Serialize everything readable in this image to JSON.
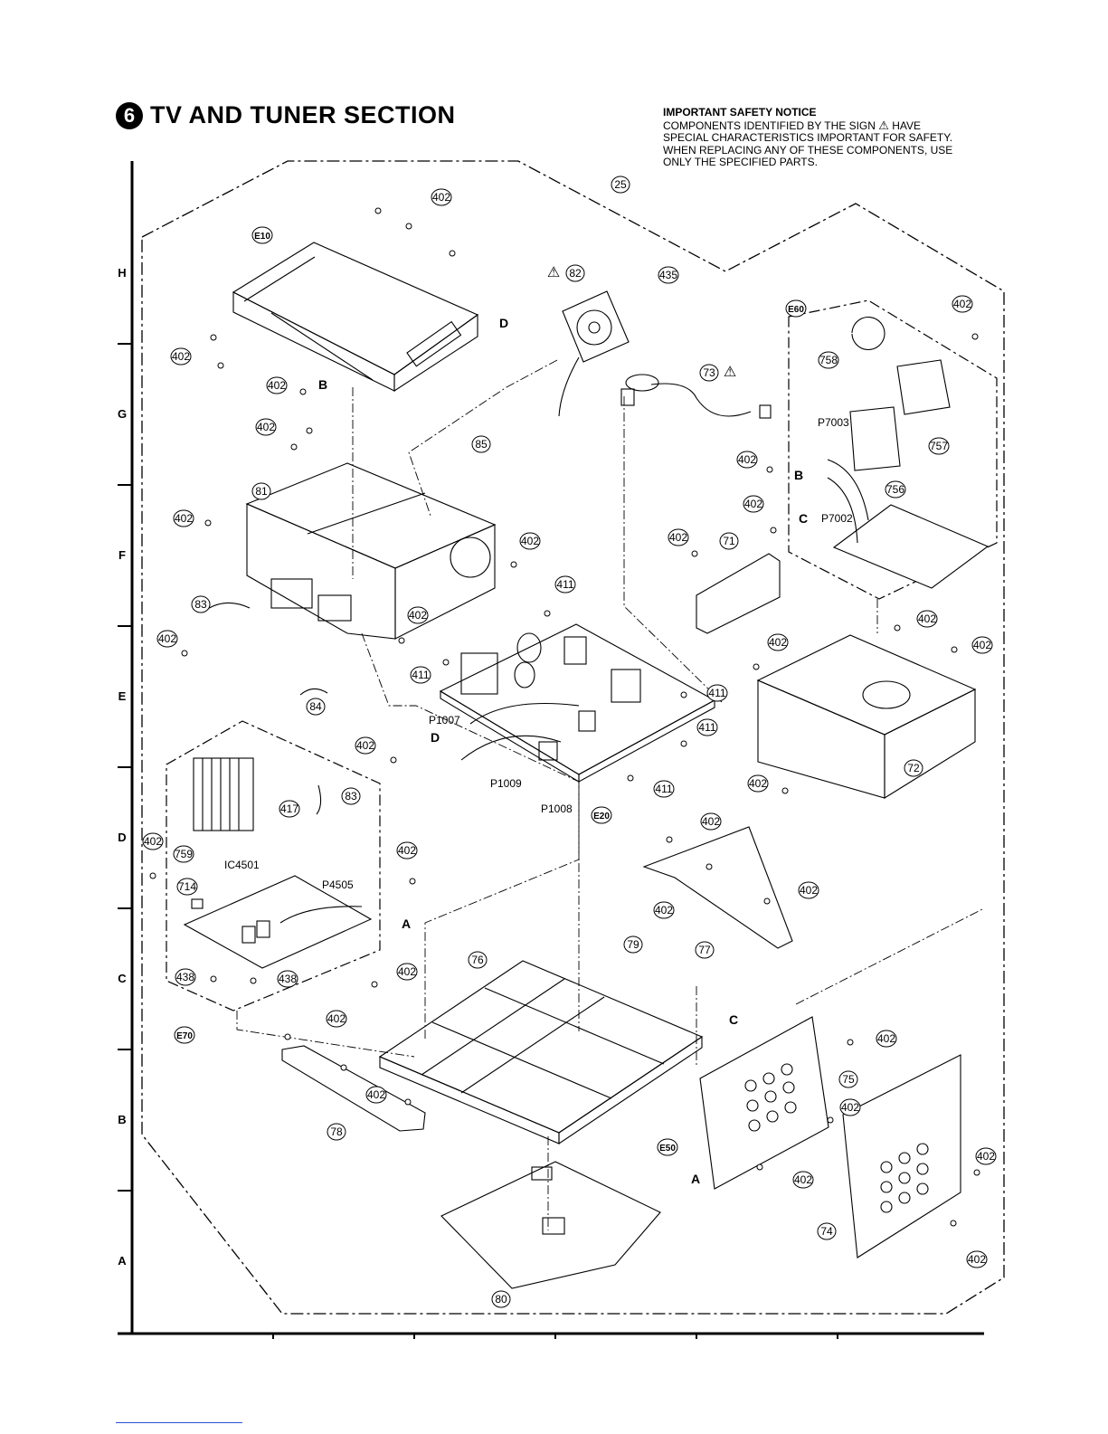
{
  "section": {
    "number": "6",
    "title": "TV AND TUNER SECTION"
  },
  "notice": {
    "heading": "IMPORTANT SAFETY NOTICE",
    "line1_a": "COMPONENTS IDENTIFIED BY THE SIGN",
    "line1_b": "HAVE",
    "line2": "SPECIAL CHARACTERISTICS IMPORTANT FOR SAFETY.",
    "line3": "WHEN REPLACING ANY OF THESE COMPONENTS, USE",
    "line4": "ONLY THE SPECIFIED PARTS.",
    "warning_icon": "warning-triangle-icon"
  },
  "grid_rows": [
    "H",
    "G",
    "F",
    "E",
    "D",
    "C",
    "B",
    "A"
  ],
  "part_numbers": {
    "p25": "25",
    "p82": "82",
    "p435": "435",
    "p73": "73",
    "p60top": "E60",
    "p758": "758",
    "p757": "757",
    "p756": "756",
    "p402": "402",
    "p81": "81",
    "p85": "85",
    "p83": "83",
    "p84": "84",
    "p411": "411",
    "p71": "71",
    "p72": "72",
    "p759": "759",
    "p417": "417",
    "p714": "714",
    "p438": "438",
    "p76": "76",
    "p77": "77",
    "p79": "79",
    "p78": "78",
    "p75": "75",
    "p74": "74",
    "p80": "80",
    "e10": "E10",
    "e20": "E20",
    "e50": "E50",
    "e70": "E70"
  },
  "connector_labels": {
    "p7003": "P7003",
    "p7002": "P7002",
    "p1007": "P1007",
    "p1009": "P1009",
    "p1008": "P1008",
    "p4505": "P4505",
    "ic4501": "IC4501"
  },
  "letters": {
    "a": "A",
    "b": "B",
    "c": "C",
    "d": "D"
  }
}
